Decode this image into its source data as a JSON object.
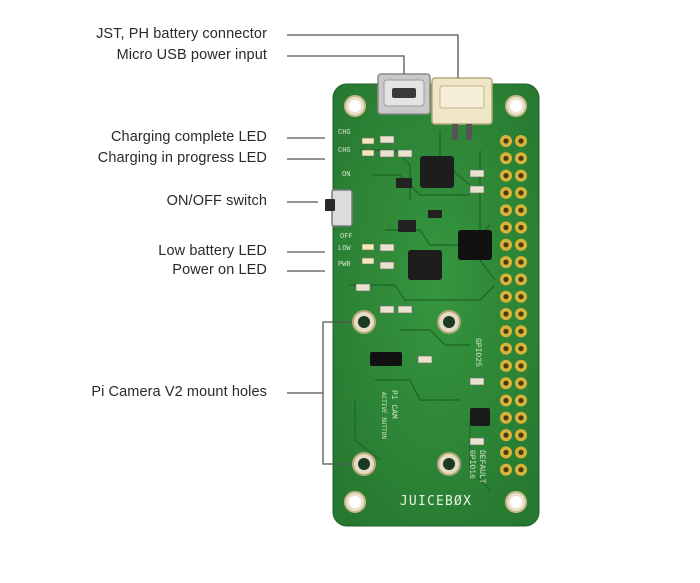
{
  "labels": {
    "jst": "JST, PH battery connector",
    "usb": "Micro USB power input",
    "charge_complete": "Charging complete LED",
    "charging": "Charging in progress LED",
    "switch": "ON/OFF switch",
    "low_battery": "Low battery LED",
    "power_on": "Power on LED",
    "camera_holes": "Pi Camera V2 mount holes"
  },
  "board": {
    "brand": "JUICEBØX",
    "silk": {
      "ch": "CHG",
      "chg": "CHG",
      "on": "ON",
      "off": "OFF",
      "low": "LOW",
      "pwr": "PWR",
      "gpio": "GPIO25",
      "default": "DEFAULT",
      "gpio16": "GPIO16",
      "cam": "Pi CAM",
      "cam_sub": "ACTIVE BUTTON"
    }
  },
  "colors": {
    "pcb": "#2f8a3a",
    "pcb_dark": "#236e2c",
    "gold": "#d8b33a",
    "line": "#555555"
  }
}
